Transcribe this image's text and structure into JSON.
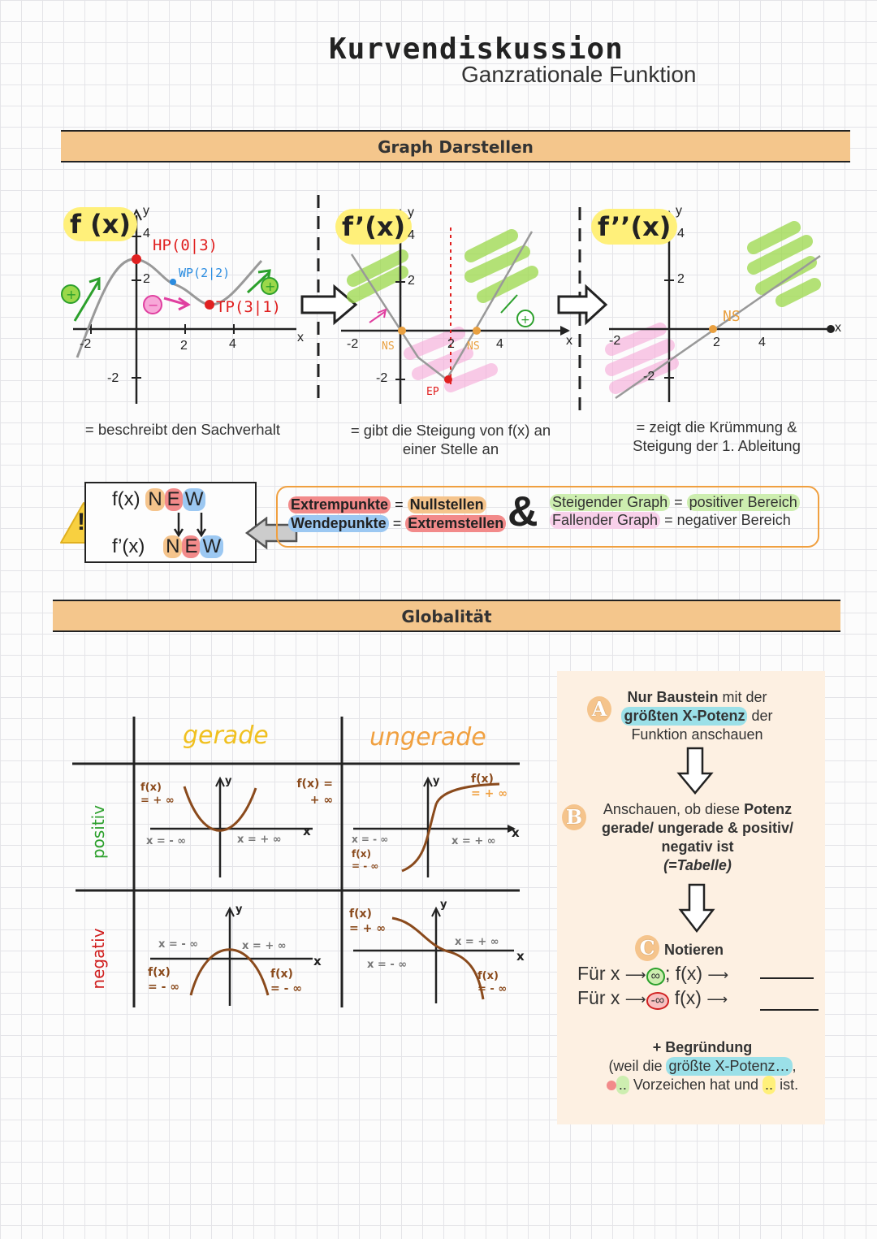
{
  "header": {
    "title": "Kurvendiskussion",
    "subtitle": "Ganzrationale Funktion"
  },
  "section1": {
    "title": "Graph Darstellen"
  },
  "graphs": {
    "f": {
      "label": "f (x)",
      "caption": "= beschreibt den Sachverhalt",
      "hp": "HP(0|3)",
      "wp": "WP(2|2)",
      "tp": "TP(3|1)",
      "ticks": {
        "y4": "4",
        "y2": "2",
        "yneg2": "-2",
        "xneg2": "-2",
        "x2": "2",
        "x4": "4"
      },
      "axis_x": "x",
      "axis_y": "y"
    },
    "f1": {
      "label": "f’(x)",
      "caption_line1": "= gibt die Steigung von f(x) an",
      "caption_line2": "einer Stelle an",
      "ns": "NS",
      "ep": "EP",
      "ticks": {
        "y4": "4",
        "y2": "2",
        "yneg2": "-2",
        "xneg2": "-2",
        "x2": "2",
        "x4": "4"
      },
      "axis_x": "x",
      "axis_y": "y"
    },
    "f2": {
      "label": "f’’(x)",
      "caption_line1": "= zeigt die Krümmung &",
      "caption_line2": "Steigung der 1. Ableitung",
      "ns": "NS",
      "ticks": {
        "y4": "4",
        "y2": "2",
        "yneg2": "-2",
        "xneg2": "-2",
        "x2": "2",
        "x4": "4"
      },
      "axis_x": "x",
      "axis_y": "y"
    }
  },
  "new_box": {
    "f_label": "f(x)",
    "f1_label": "f’(x)",
    "n": "N",
    "e": "E",
    "w": "W",
    "warning": "!"
  },
  "rules": {
    "extrem": "Extrempunkte",
    "eq": "=",
    "nullstellen": "Nullstellen",
    "wende": "Wendepunkte",
    "extremstellen": "Extremstellen",
    "amp": "&",
    "steigend": "Steigender Graph",
    "positiv": "positiver Bereich",
    "fallend": "Fallender Graph",
    "negativ": "negativer Bereich"
  },
  "section2": {
    "title": "Globalität"
  },
  "table": {
    "col_gerade": "gerade",
    "col_ungerade": "ungerade",
    "row_positiv": "positiv",
    "row_negativ": "negativ",
    "pg": {
      "fl": "f(x)",
      "fl2": "= + ∞",
      "fr": "f(x) =",
      "fr2": "+ ∞",
      "xl": "x = - ∞",
      "xr": "x = + ∞",
      "x": "x",
      "y": "y"
    },
    "pu": {
      "fr": "f(x)",
      "fr2": "= + ∞",
      "xl": "x = - ∞",
      "fl": "f(x)",
      "fl2": "= - ∞",
      "xr": "x = + ∞",
      "x": "x",
      "y": "y"
    },
    "ng": {
      "xl": "x = - ∞",
      "xr": "x = + ∞",
      "fl": "f(x)",
      "fl2": "= - ∞",
      "fr": "f(x)",
      "fr2": "= - ∞",
      "x": "x",
      "y": "y"
    },
    "nu": {
      "fl": "f(x)",
      "fl2": "= + ∞",
      "xr": "x = + ∞",
      "xl": "x = - ∞",
      "fr": "f(x)",
      "fr2": "= - ∞",
      "x": "x",
      "y": "y"
    }
  },
  "info": {
    "a_letter": "A",
    "a_1": "Nur Baustein",
    "a_2": " mit der",
    "a_3": "größten X-Potenz",
    "a_4": " der",
    "a_5": "Funktion anschauen",
    "b_letter": "B",
    "b_1": "Anschauen, ob diese ",
    "b_2": "Potenz",
    "b_3": "gerade/ ungerade & positiv/",
    "b_4": "negativ ist",
    "b_5": "(=Tabelle)",
    "c_letter": "C",
    "c_1": "Notieren",
    "row1_a": "Für x",
    "row1_inf": "∞",
    "row1_b": "; f(x)",
    "row2_a": "Für x",
    "row2_inf": "-∞",
    "row2_b": " f(x)",
    "beg_1": "+ Begründung",
    "beg_2a": "(weil die ",
    "beg_2b": "größte X-Potenz…",
    "beg_2c": ",",
    "beg_3a": "..",
    "beg_3b": " Vorzeichen hat und ",
    "beg_3c": "..",
    "beg_3d": " ist."
  },
  "colors": {
    "orange": "#f4c68c",
    "green": "#9bd84a",
    "pink": "#f7a8d8",
    "red": "#e02020",
    "blue": "#2a8ce0",
    "brown": "#8a4a1c",
    "yellow": "#fff07a",
    "teal": "#9be0e8"
  }
}
